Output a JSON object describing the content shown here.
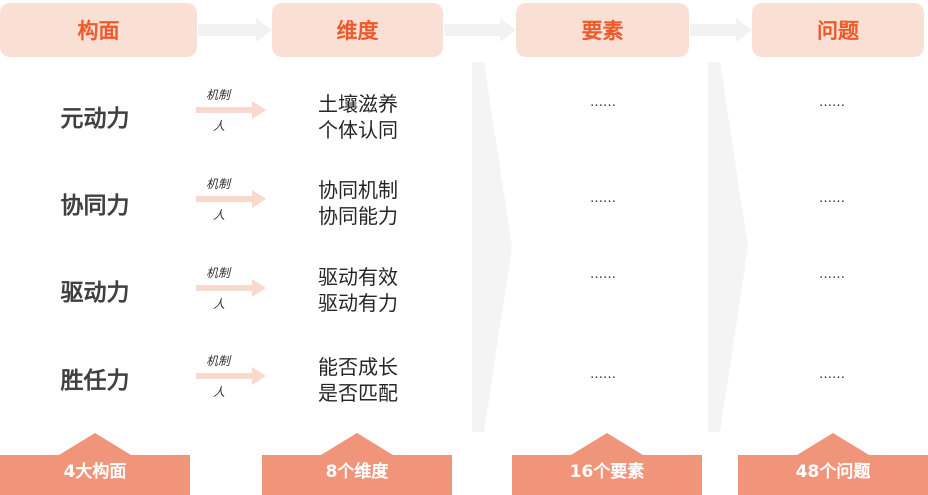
{
  "headers": [
    {
      "label": "构面"
    },
    {
      "label": "维度"
    },
    {
      "label": "要素"
    },
    {
      "label": "问题"
    }
  ],
  "rows": [
    {
      "component": "元动力",
      "link_top": "机制",
      "link_bottom": "人",
      "dim_1": "土壤滋养",
      "dim_2": "个体认同",
      "elements": "……",
      "questions": "……"
    },
    {
      "component": "协同力",
      "link_top": "机制",
      "link_bottom": "人",
      "dim_1": "协同机制",
      "dim_2": "协同能力",
      "elements": "……",
      "questions": "……"
    },
    {
      "component": "驱动力",
      "link_top": "机制",
      "link_bottom": "人",
      "dim_1": "驱动有效",
      "dim_2": "驱动有力",
      "elements": "……",
      "questions": "……"
    },
    {
      "component": "胜任力",
      "link_top": "机制",
      "link_bottom": "人",
      "dim_1": "能否成长",
      "dim_2": "是否匹配",
      "elements": "……",
      "questions": "……"
    }
  ],
  "footers": [
    {
      "label": "4大构面"
    },
    {
      "label": "8个维度"
    },
    {
      "label": "16个要素"
    },
    {
      "label": "48个问题"
    }
  ],
  "colors": {
    "header_bg": "#fadfd5",
    "header_text": "#ee5a2a",
    "footer_bg": "#f0957a",
    "arrow_light": "#f3f3f3",
    "link_arrow": "#f9d8cd"
  }
}
